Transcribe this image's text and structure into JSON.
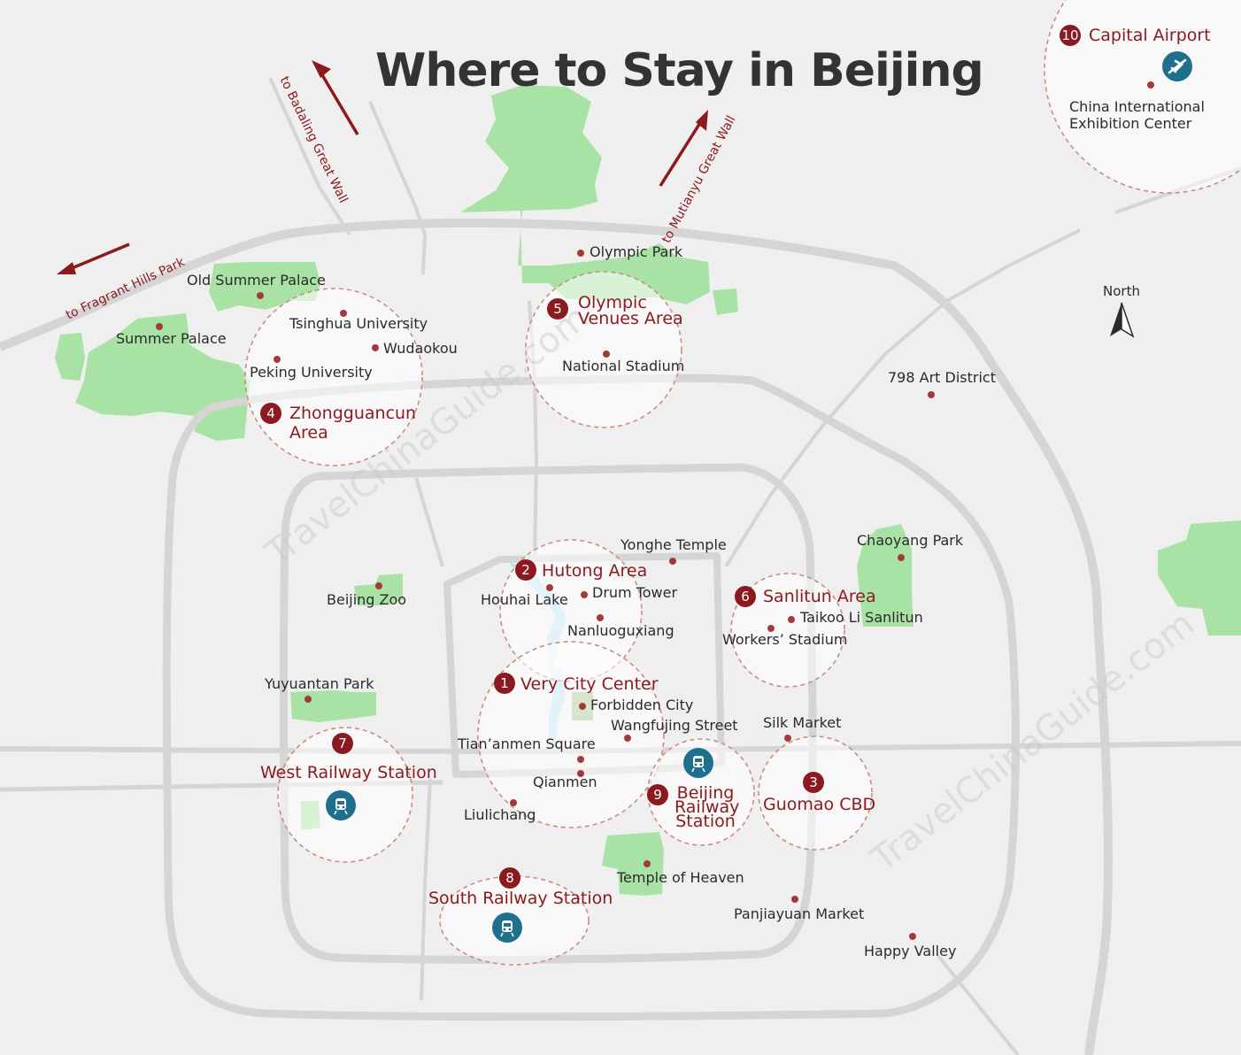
{
  "title": "Where to Stay in Beijing",
  "compass_label": "North",
  "watermark": "TravelChinaGuide.com",
  "colors": {
    "accent": "#8a1a1f",
    "park": "#a8e2a5",
    "road": "#d4d4d4",
    "icon_blue": "#1f6f8f",
    "land": "#efefef"
  },
  "directions": {
    "badaling": "to Badaling Great Wall",
    "mutianyu": "to Mutianyu Great Wall",
    "fragrant_hills": "to Fragrant Hills Park"
  },
  "areas": [
    {
      "num": "1",
      "name": "Very City Center"
    },
    {
      "num": "2",
      "name": "Hutong Area"
    },
    {
      "num": "3",
      "name": "Guomao CBD"
    },
    {
      "num": "4",
      "name": "Zhongguancun Area"
    },
    {
      "num": "5",
      "name": "Olympic Venues Area"
    },
    {
      "num": "6",
      "name": "Sanlitun Area"
    },
    {
      "num": "7",
      "name": "West Railway Station"
    },
    {
      "num": "8",
      "name": "South Railway Station"
    },
    {
      "num": "9",
      "name": "Beijing Railway Station"
    },
    {
      "num": "10",
      "name": "Capital Airport"
    }
  ],
  "places": {
    "olympic_park": "Olympic Park",
    "national_stadium": "National Stadium",
    "old_summer_palace": "Old Summer Palace",
    "summer_palace": "Summer Palace",
    "tsinghua": "Tsinghua University",
    "wudaokou": "Wudaokou",
    "peking_univ": "Peking University",
    "art_798": "798 Art District",
    "cie_center": "China International Exhibition Center",
    "yonghe": "Yonghe Temple",
    "chaoyang_park": "Chaoyang Park",
    "houhai": "Houhai Lake",
    "drum_tower": "Drum Tower",
    "nanluoguxiang": "Nanluoguxiang",
    "beijing_zoo": "Beijing Zoo",
    "taikoo": "Taikoo Li Sanlitun",
    "workers_stadium": "Workers’ Stadium",
    "yuyuantan": "Yuyuantan Park",
    "forbidden_city": "Forbidden City",
    "wangfujing": "Wangfujing Street",
    "silk_market": "Silk Market",
    "tiananmen": "Tian’anmen Square",
    "qianmen": "Qianmen",
    "liulichang": "Liulichang",
    "temple_heaven": "Temple of Heaven",
    "panjiayuan": "Panjiayuan Market",
    "happy_valley": "Happy Valley"
  }
}
